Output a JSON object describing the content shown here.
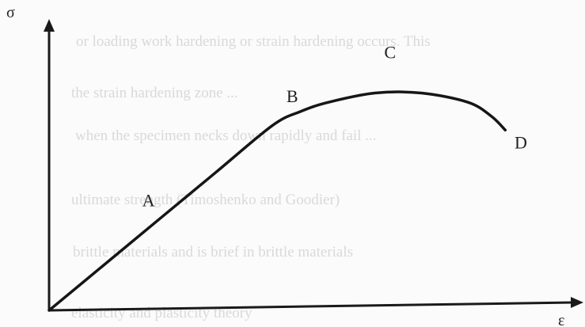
{
  "chart_data": {
    "type": "line",
    "title": "",
    "xlabel": "ε",
    "ylabel": "σ",
    "grid": false,
    "legend": "none",
    "xlim": [
      0,
      100
    ],
    "ylim": [
      0,
      100
    ],
    "series": [
      {
        "x": [
          0,
          12,
          24,
          36,
          48,
          54,
          60,
          70,
          80,
          90,
          95,
          98
        ],
        "y": [
          0,
          20,
          40,
          60,
          80,
          86,
          90,
          94,
          94,
          90,
          84,
          78
        ]
      }
    ],
    "annotations": [
      {
        "label": "A",
        "x": 20,
        "y": 45
      },
      {
        "label": "B",
        "x": 51,
        "y": 90
      },
      {
        "label": "C",
        "x": 72,
        "y": 109
      },
      {
        "label": "D",
        "x": 100,
        "y": 70
      }
    ]
  },
  "background_text": [
    "or loading work hardening or strain hardening occurs. This",
    "the strain hardening zone ...",
    "when the specimen necks down rapidly and fail ...",
    "ultimate strength (Timoshenko and Goodier)",
    "brittle materials and is brief in brittle materials",
    "elasticity and plasticity theory"
  ],
  "colors": {
    "curve": "#161616",
    "axis": "#1a1a1a",
    "background_text": "#d9d9d9"
  }
}
